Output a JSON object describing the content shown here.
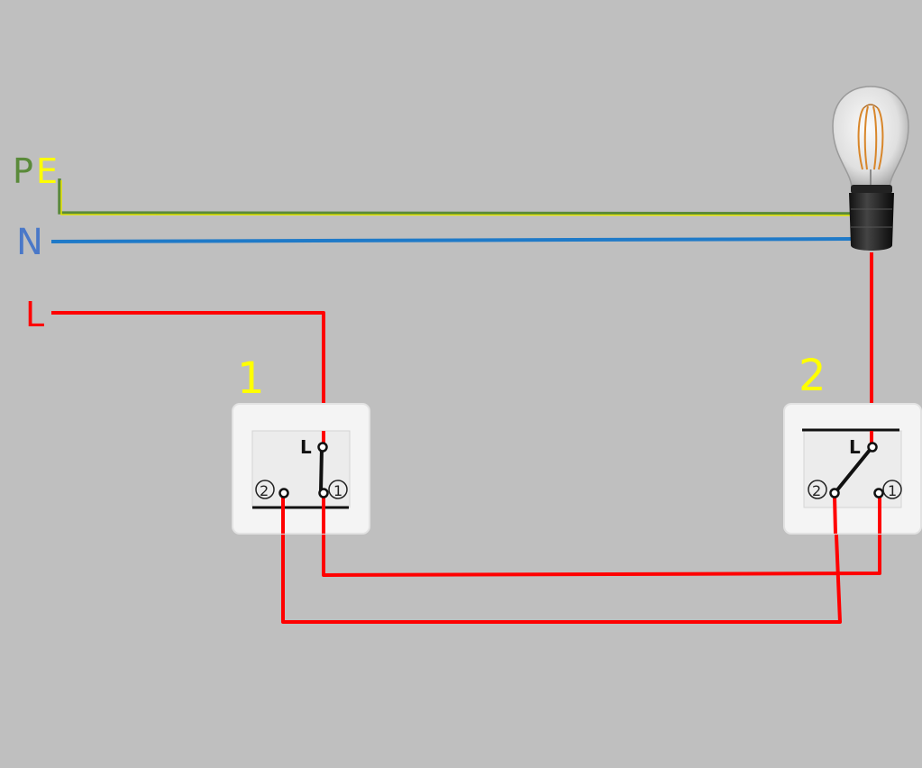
{
  "labels": {
    "pe_p": "P",
    "pe_e": "E",
    "n": "N",
    "l": "L",
    "switch1_number": "1",
    "switch2_number": "2"
  },
  "switch1": {
    "term_l": "L",
    "term_1": "1",
    "term_2": "2"
  },
  "switch2": {
    "term_l": "L",
    "term_1": "1",
    "term_2": "2"
  },
  "colors": {
    "background": "#bfbfbf",
    "pe_green": "#5a8a3a",
    "pe_yellow": "#ffff00",
    "neutral_blue": "#1f7ac8",
    "line_red": "#ff0000",
    "switch_number_yellow": "#ffff00",
    "n_label_blue": "#4a78c8"
  },
  "icons": [
    "light-bulb-icon",
    "bulb-socket-icon"
  ]
}
